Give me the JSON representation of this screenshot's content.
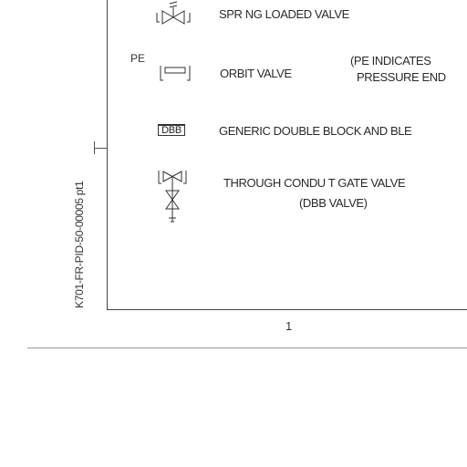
{
  "drawing": {
    "reference": "K701-FR-PID-50-00005 pt1",
    "zone_number": "1"
  },
  "legend": [
    {
      "id": "spring",
      "label": "SPR NG LOADED VALVE",
      "icon": "spring-loaded-valve-icon"
    },
    {
      "id": "orbit",
      "label": "ORBIT VALVE",
      "prefix": "PE",
      "note_line1": "(PE INDICATES",
      "note_line2": "PRESSURE END",
      "icon": "orbit-valve-icon"
    },
    {
      "id": "dbb",
      "label": "GENERIC DOUBLE BLOCK AND BLE",
      "symbol_text": "DBB",
      "icon": "dbb-box-icon"
    },
    {
      "id": "gate",
      "label_line1": "THROUGH CONDU T GATE VALVE",
      "label_line2": "(DBB VALVE)",
      "icon": "through-conduit-gate-valve-icon"
    }
  ]
}
